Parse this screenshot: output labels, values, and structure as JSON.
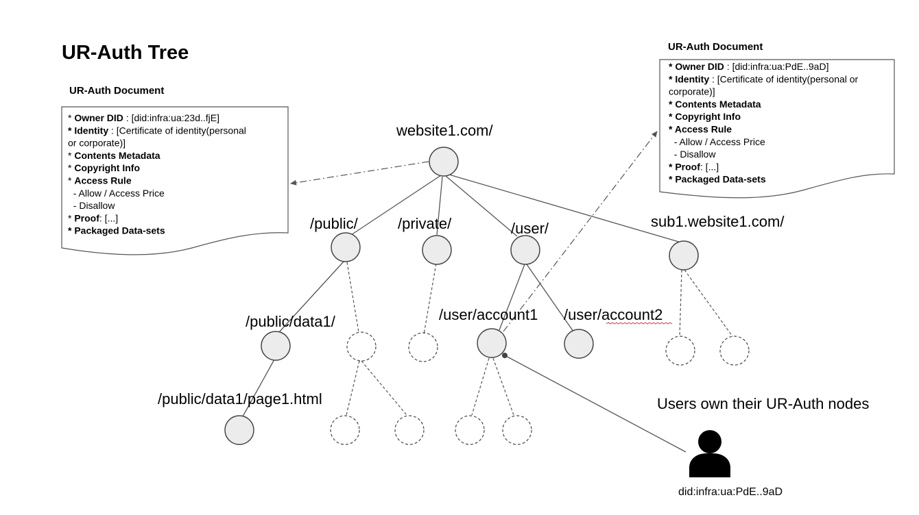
{
  "title": "UR-Auth Tree",
  "doc_left": {
    "title": "UR-Auth Document",
    "lines": [
      [
        {
          "t": "* ",
          "b": false
        },
        {
          "t": "Owner DID",
          "b": true
        },
        {
          "t": " : [did:infra:ua:23d..fjE]",
          "b": false
        }
      ],
      [
        {
          "t": "* ",
          "b": true
        },
        {
          "t": "Identity",
          "b": true
        },
        {
          "t": " : [Certificate of identity(personal",
          "b": false
        }
      ],
      [
        {
          "t": "or corporate)]",
          "b": false
        }
      ],
      [
        {
          "t": "* ",
          "b": false
        },
        {
          "t": "Contents Metadata",
          "b": true
        }
      ],
      [
        {
          "t": "* ",
          "b": false
        },
        {
          "t": "Copyright Info",
          "b": true
        }
      ],
      [
        {
          "t": "* ",
          "b": false
        },
        {
          "t": "Access Rule",
          "b": true
        }
      ],
      [
        {
          "t": "  - Allow / Access Price",
          "b": false
        }
      ],
      [
        {
          "t": "  - Disallow",
          "b": false
        }
      ],
      [
        {
          "t": "* ",
          "b": false
        },
        {
          "t": "Proof",
          "b": true
        },
        {
          "t": ": [...]",
          "b": false
        }
      ],
      [
        {
          "t": "* ",
          "b": true
        },
        {
          "t": "Packaged Data-sets",
          "b": true
        }
      ]
    ]
  },
  "doc_right": {
    "title": "UR-Auth Document",
    "lines": [
      [
        {
          "t": "* ",
          "b": true
        },
        {
          "t": "Owner DID",
          "b": true
        },
        {
          "t": " : [did:infra:ua:PdE..9aD]",
          "b": false
        }
      ],
      [
        {
          "t": "* ",
          "b": true
        },
        {
          "t": "Identity",
          "b": true
        },
        {
          "t": " : [Certificate of identity(personal or",
          "b": false
        }
      ],
      [
        {
          "t": "corporate)]",
          "b": false
        }
      ],
      [
        {
          "t": "* ",
          "b": true
        },
        {
          "t": "Contents Metadata",
          "b": true
        }
      ],
      [
        {
          "t": "* ",
          "b": true
        },
        {
          "t": "Copyright Info",
          "b": true
        }
      ],
      [
        {
          "t": "* ",
          "b": true
        },
        {
          "t": "Access Rule",
          "b": true
        }
      ],
      [
        {
          "t": "  - Allow / Access Price",
          "b": false
        }
      ],
      [
        {
          "t": "  - Disallow",
          "b": false
        }
      ],
      [
        {
          "t": "* ",
          "b": true
        },
        {
          "t": "Proof",
          "b": true
        },
        {
          "t": ": [...]",
          "b": false
        }
      ],
      [
        {
          "t": "* ",
          "b": true
        },
        {
          "t": "Packaged Data-sets",
          "b": true
        }
      ]
    ]
  },
  "nodes": {
    "root": "website1.com/",
    "public": "/public/",
    "private": "/private/",
    "user": "/user/",
    "sub1": "sub1.website1.com/",
    "public_data1": "/public/data1/",
    "account1": "/user/account1",
    "account2": "/user/account2",
    "page1": "/public/data1/page1.html"
  },
  "caption": "Users own their UR-Auth nodes",
  "user_did": "did:infra:ua:PdE..9aD",
  "icons": {
    "user": "user-icon"
  }
}
